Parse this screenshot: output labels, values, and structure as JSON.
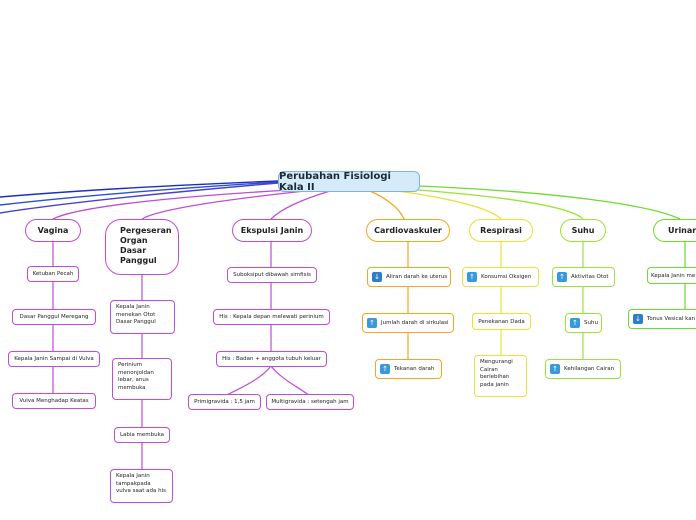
{
  "root": {
    "title": "Perubahan Fisiologi Kala II"
  },
  "colors": {
    "vagina": "#c04bd6",
    "pergeseran": "#c04bd6",
    "ekspulsi": "#c04bd6",
    "cardio": "#f5a623",
    "respirasi": "#e8e23a",
    "suhu": "#9be23a",
    "urinaria": "#6ddb2f",
    "left_lines": [
      "#1d2fbf",
      "#2a4fd6",
      "#4a3fd0"
    ]
  },
  "branches": {
    "vagina": {
      "label": "Vagina",
      "items": [
        "Ketuban Pecah",
        "Dasar Panggul Meregang",
        "Kepala Janin Sampai di Vulva",
        "Vulva Menghadap Keatas"
      ]
    },
    "pergeseran": {
      "label_lines": [
        "Pergeseran",
        "Organ",
        "Dasar",
        "Panggul"
      ],
      "items": [
        "Kepala Janin menekan Otot Dasar Panggul",
        "Perinium menonjoldan lebar, anus membuka",
        "Labia membuka",
        "Kepala Janin tampakpada vulva saat ada his"
      ]
    },
    "ekspulsi": {
      "label": "Ekspulsi Janin",
      "items": [
        "Suboksiput dibawah simfisis",
        "His : Kepala depan melewati perinium",
        "His : Badan + anggota tubuh keluar"
      ],
      "subitems": [
        "Primigravida : 1,5 jam",
        "Multigravida : setengah jam"
      ]
    },
    "cardio": {
      "label": "Cardiovaskuler",
      "items": [
        {
          "text": "Aliran darah ke uterus",
          "icon": "arrow-down-icon"
        },
        {
          "text": "Jumlah darah di sirkulasi",
          "icon": "arrow-up-icon"
        },
        {
          "text": "Tekanan darah",
          "icon": "arrow-up-icon"
        }
      ]
    },
    "respirasi": {
      "label": "Respirasi",
      "items": [
        {
          "text": "Konsumsi Oksigen",
          "icon": "arrow-up-icon"
        },
        {
          "text": "Penekanan Dada",
          "icon": ""
        },
        {
          "text": "Mengurangi Cairan berlebihan pada janin",
          "icon": ""
        }
      ]
    },
    "suhu": {
      "label": "Suhu",
      "items": [
        {
          "text": "Aktivitas Otot",
          "icon": "arrow-up-icon"
        },
        {
          "text": "Suhu",
          "icon": "arrow-up-icon"
        },
        {
          "text": "Kehilangan Cairan",
          "icon": "arrow-up-icon"
        }
      ]
    },
    "urinaria": {
      "label": "Urinaria",
      "items": [
        {
          "text": "Kepala Janin me",
          "icon": ""
        },
        {
          "text": "Tonus Vesical kan",
          "icon": "arrow-down-icon"
        }
      ]
    }
  }
}
